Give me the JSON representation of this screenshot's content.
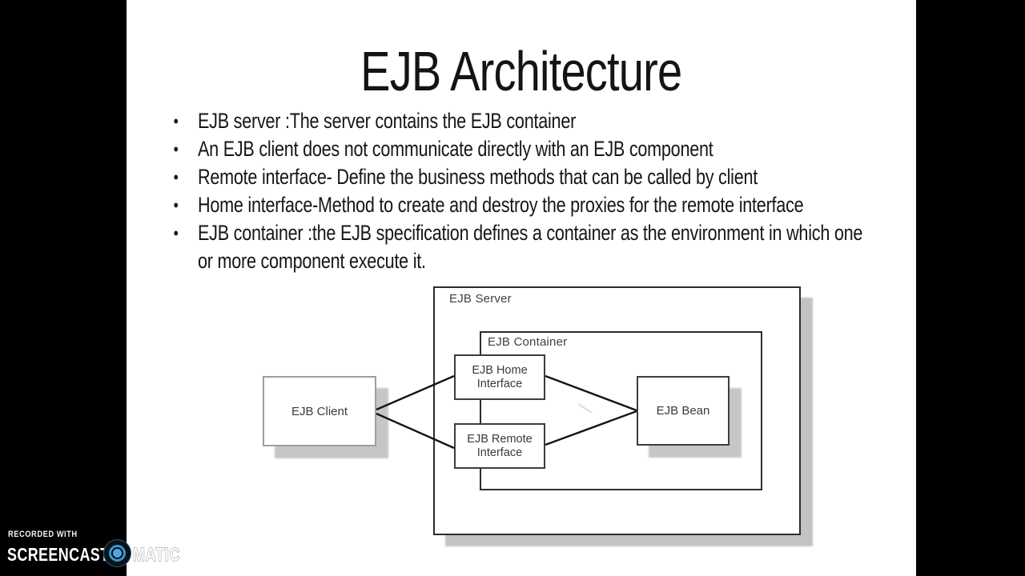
{
  "slide": {
    "title": "EJB Architecture",
    "bullet_char": "•",
    "bullets": [
      "EJB server :The server contains the EJB container",
      "An EJB client does not communicate directly with an EJB component",
      "Remote interface- Define the business methods that can be called by client",
      "Home interface-Method to create and destroy the proxies for the remote interface",
      "EJB container :the EJB specification defines a container as the environment in which one or more component execute it."
    ]
  },
  "diagram": {
    "server_label": "EJB Server",
    "container_label": "EJB Container",
    "home_interface": {
      "line1": "EJB Home",
      "line2": "Interface"
    },
    "remote_interface": {
      "line1": "EJB Remote",
      "line2": "Interface"
    },
    "client_label": "EJB Client",
    "bean_label": "EJB Bean"
  },
  "watermark": {
    "recorded_with": "RECORDED WITH",
    "brand_left": "SCREENCAST",
    "brand_right": "MATIC",
    "logo_icon": "screencast-o-matic-logo"
  },
  "colors": {
    "letterbox": "#000000",
    "slide_background": "#ffffff",
    "text": "#171717",
    "diagram_border": "#2c2c2c",
    "client_border": "#9e9e9e",
    "shadow_gray": "#c3c3c3",
    "logo_blue": "#4ba8dc",
    "logo_ring_blue": "#3a96cf",
    "logo_background": "#0c1219"
  }
}
